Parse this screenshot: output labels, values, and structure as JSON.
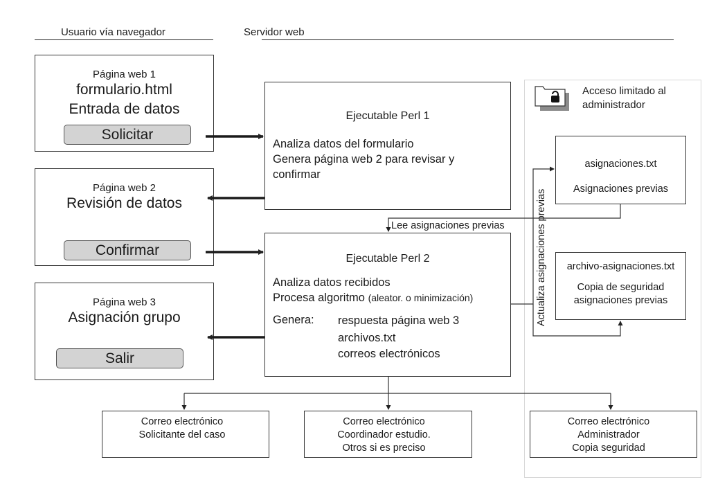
{
  "headers": {
    "client": "Usuario vía navegador",
    "server": "Servidor web"
  },
  "web_pages": [
    {
      "subtitle": "Página web 1",
      "title_lines": [
        "formulario.html",
        "Entrada de datos"
      ],
      "button": "Solicitar"
    },
    {
      "subtitle": "Página web 2",
      "title_lines": [
        "Revisión de datos"
      ],
      "button": "Confirmar"
    },
    {
      "subtitle": "Página web 3",
      "title_lines": [
        "Asignación grupo"
      ],
      "button": "Salir"
    }
  ],
  "perl1": {
    "title": "Ejecutable Perl 1",
    "lines": [
      "Analiza datos del formulario",
      "Genera página web 2 para revisar y",
      "confirmar"
    ]
  },
  "perl2": {
    "title": "Ejecutable  Perl 2",
    "line1": "Analiza datos recibidos",
    "line2_main": "Procesa algoritmo",
    "line2_note": "(aleator. o minimización)",
    "genera_label": "Genera:",
    "genera_items": [
      "respuesta página web 3",
      "archivos.txt",
      "correos electrónicos"
    ]
  },
  "admin": {
    "label_lines": [
      "Acceso limitado al",
      "administrador"
    ],
    "icon": "locked-folder-icon"
  },
  "files": [
    {
      "name": "asignaciones.txt",
      "desc_lines": [
        "Asignaciones  previas"
      ]
    },
    {
      "name": "archivo-asignaciones.txt",
      "desc_lines": [
        "Copia de seguridad",
        "asignaciones previas"
      ]
    }
  ],
  "connector_labels": {
    "reads": "Lee asignaciones previas",
    "updates": "Actualiza asignaciones previas"
  },
  "emails": [
    {
      "lines": [
        "Correo electrónico",
        "Solicitante del caso"
      ]
    },
    {
      "lines": [
        "Correo electrónico",
        "Coordinador estudio.",
        "Otros si es preciso"
      ]
    },
    {
      "lines": [
        "Correo electrónico",
        "Administrador",
        "Copia seguridad"
      ]
    }
  ]
}
